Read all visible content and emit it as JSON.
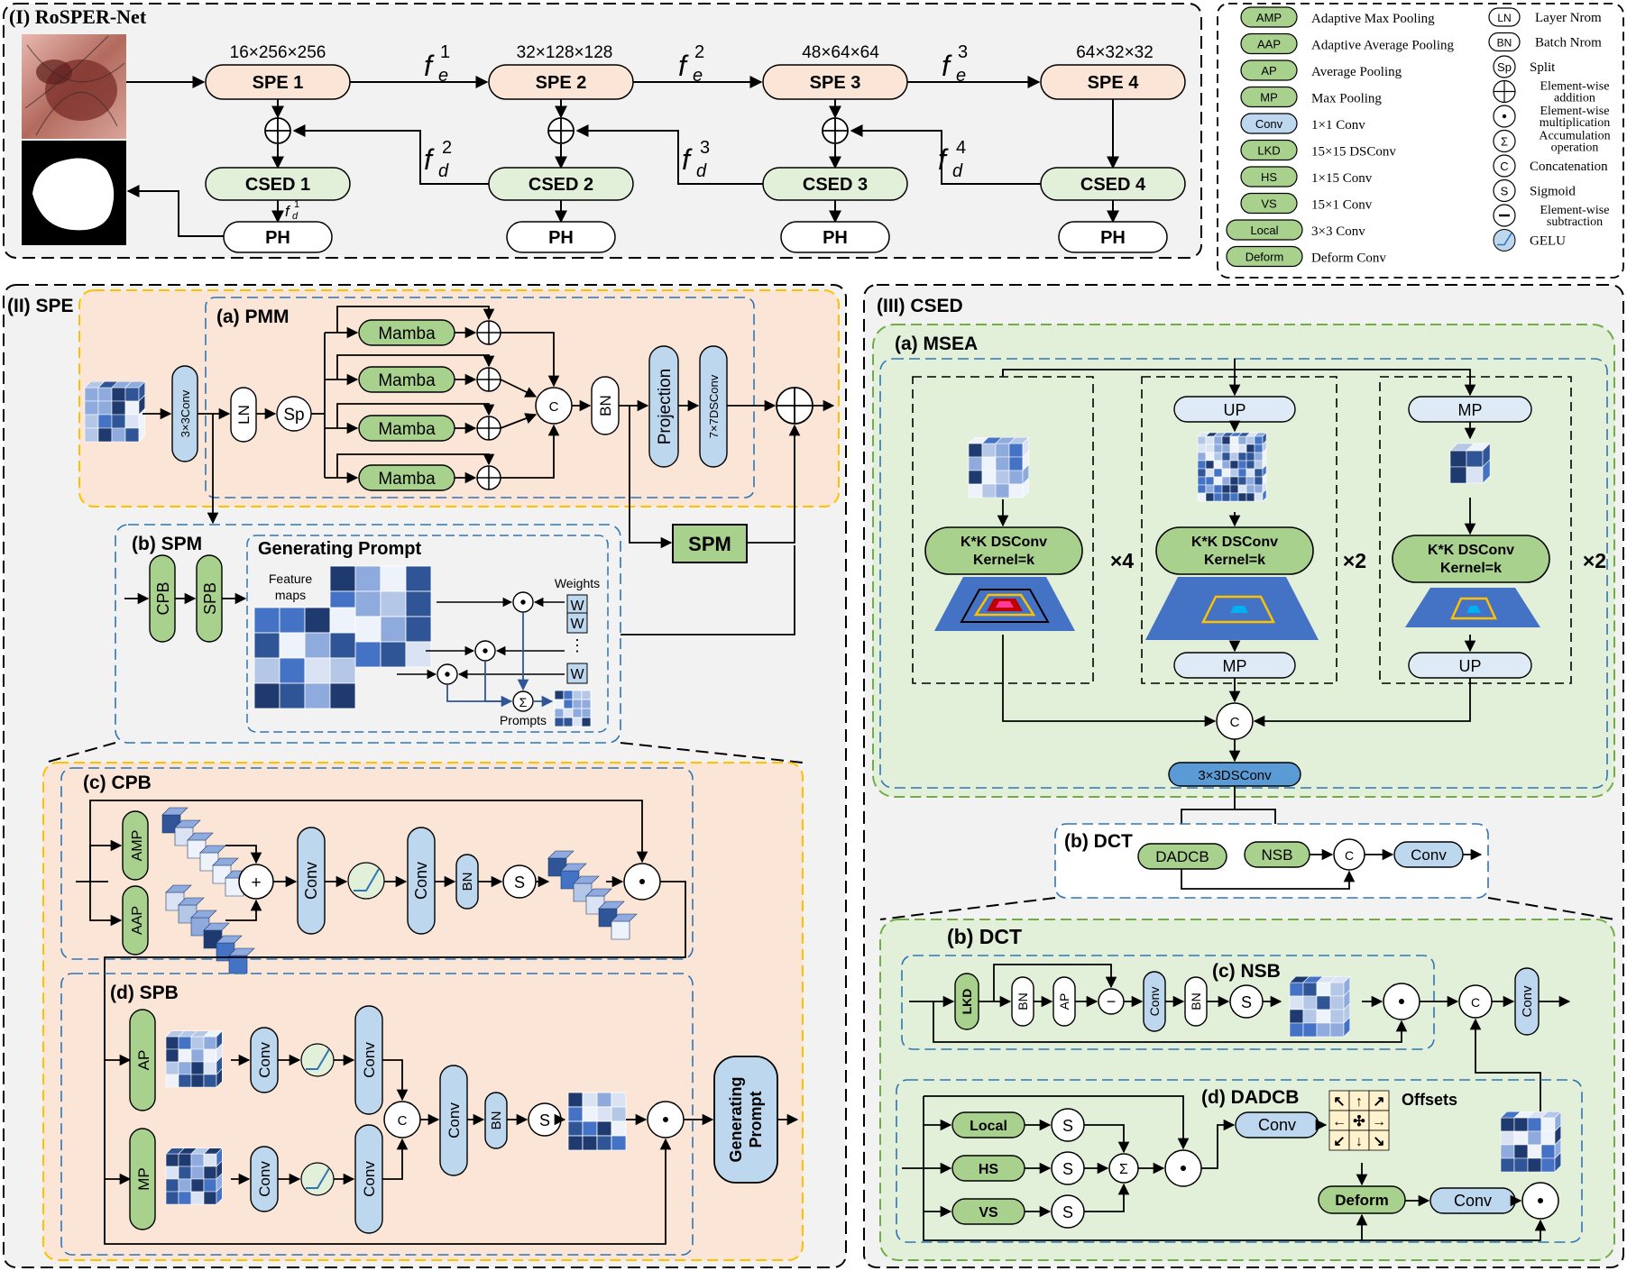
{
  "section1": {
    "title": "(I) RoSPER-Net",
    "spe": [
      "SPE 1",
      "SPE 2",
      "SPE 3",
      "SPE 4"
    ],
    "dims": [
      "16×256×256",
      "32×128×128",
      "48×64×64",
      "64×32×32"
    ],
    "csed": [
      "CSED 1",
      "CSED 2",
      "CSED 3",
      "CSED 4"
    ],
    "ph": "PH",
    "fe": [
      "f",
      "e",
      "1",
      "2",
      "3"
    ],
    "fd": [
      "f",
      "d",
      "2",
      "3",
      "4",
      "1"
    ]
  },
  "legend": {
    "left": [
      {
        "tag": "AMP",
        "text": "Adaptive Max Pooling",
        "fill": "#a9d18e"
      },
      {
        "tag": "AAP",
        "text": "Adaptive Average Pooling",
        "fill": "#a9d18e"
      },
      {
        "tag": "AP",
        "text": "Average Pooling",
        "fill": "#a9d18e"
      },
      {
        "tag": "MP",
        "text": "Max Pooling",
        "fill": "#a9d18e"
      },
      {
        "tag": "Conv",
        "text": "1×1 Conv",
        "fill": "#bdd7ee"
      },
      {
        "tag": "LKD",
        "text": "15×15 DSConv",
        "fill": "#a9d18e"
      },
      {
        "tag": "HS",
        "text": "1×15 Conv",
        "fill": "#a9d18e"
      },
      {
        "tag": "VS",
        "text": "15×1 Conv",
        "fill": "#a9d18e"
      },
      {
        "tag": "Local",
        "text": "3×3 Conv",
        "fill": "#a9d18e"
      },
      {
        "tag": "Deform",
        "text": "Deform Conv",
        "fill": "#a9d18e"
      }
    ],
    "right": [
      {
        "sym": "LN",
        "text": "Layer Nrom",
        "kind": "pill"
      },
      {
        "sym": "BN",
        "text": "Batch Nrom",
        "kind": "pill"
      },
      {
        "sym": "Sp",
        "text": "Split",
        "kind": "circle"
      },
      {
        "sym": "+",
        "text": "Element-wise addition",
        "kind": "plus"
      },
      {
        "sym": "·",
        "text": "Element-wise multiplication",
        "kind": "dot"
      },
      {
        "sym": "Σ",
        "text": "Accumulation operation",
        "kind": "circle"
      },
      {
        "sym": "C",
        "text": "Concatenation",
        "kind": "circle"
      },
      {
        "sym": "S",
        "text": "Sigmoid",
        "kind": "circle"
      },
      {
        "sym": "−",
        "text": "Element-wise subtraction",
        "kind": "minus"
      },
      {
        "sym": "",
        "text": "GELU",
        "kind": "gelu"
      }
    ]
  },
  "section2": {
    "title": "(II) SPE",
    "pmm_title": "(a) PMM",
    "conv3": "3×3Conv",
    "ln": "LN",
    "sp": "Sp",
    "mamba": "Mamba",
    "c": "C",
    "bn": "BN",
    "projection": "Projection",
    "dsconv7": "7×7DSConv",
    "spm_block": "SPM",
    "spm_title": "(b) SPM",
    "cpb": "CPB",
    "spb": "SPB",
    "gen_prompt_title": "Generating Prompt",
    "feature_maps": [
      "Feature",
      "maps"
    ],
    "weights": "Weights",
    "w": "W",
    "prompts": "Prompts",
    "sigma": "Σ",
    "cpb_title": "(c) CPB",
    "amp": "AMP",
    "aap": "AAP",
    "plus": "+",
    "conv": "Conv",
    "s": "S",
    "spb_title": "(d) SPB",
    "ap": "AP",
    "mp": "MP",
    "gen_prompt_block": [
      "Generating",
      "Prompt"
    ]
  },
  "section3": {
    "title": "(III) CSED",
    "msea_title": "(a) MSEA",
    "kk": [
      "K*K DSConv",
      "Kernel=k"
    ],
    "x4": "×4",
    "x2": "×2",
    "up": "UP",
    "mp": "MP",
    "c": "C",
    "dsconv3": "3×3DSConv",
    "dct_title": "(b) DCT",
    "dadcb": "DADCB",
    "nsb": "NSB",
    "conv": "Conv",
    "nsb_title": "(c) NSB",
    "lkd": "LKD",
    "bn": "BN",
    "ap": "AP",
    "s": "S",
    "minus": "−",
    "dadcb_title": "(d) DADCB",
    "local": "Local",
    "hs": "HS",
    "vs": "VS",
    "sigma": "Σ",
    "offsets": "Offsets",
    "deform": "Deform"
  },
  "colors": {
    "green": "#a9d18e",
    "green_light": "#e2f0d9",
    "blue_light": "#bdd7ee",
    "blue_mid": "#5b9bd5",
    "peach": "#fbe5d6",
    "panel_gray": "#f2f2f2",
    "spe_fill": "#fbe5d6",
    "csed_fill": "#e2f0d9",
    "yellow_border": "#ffc000",
    "green_border": "#70ad47",
    "blue_border": "#2e75b6"
  }
}
